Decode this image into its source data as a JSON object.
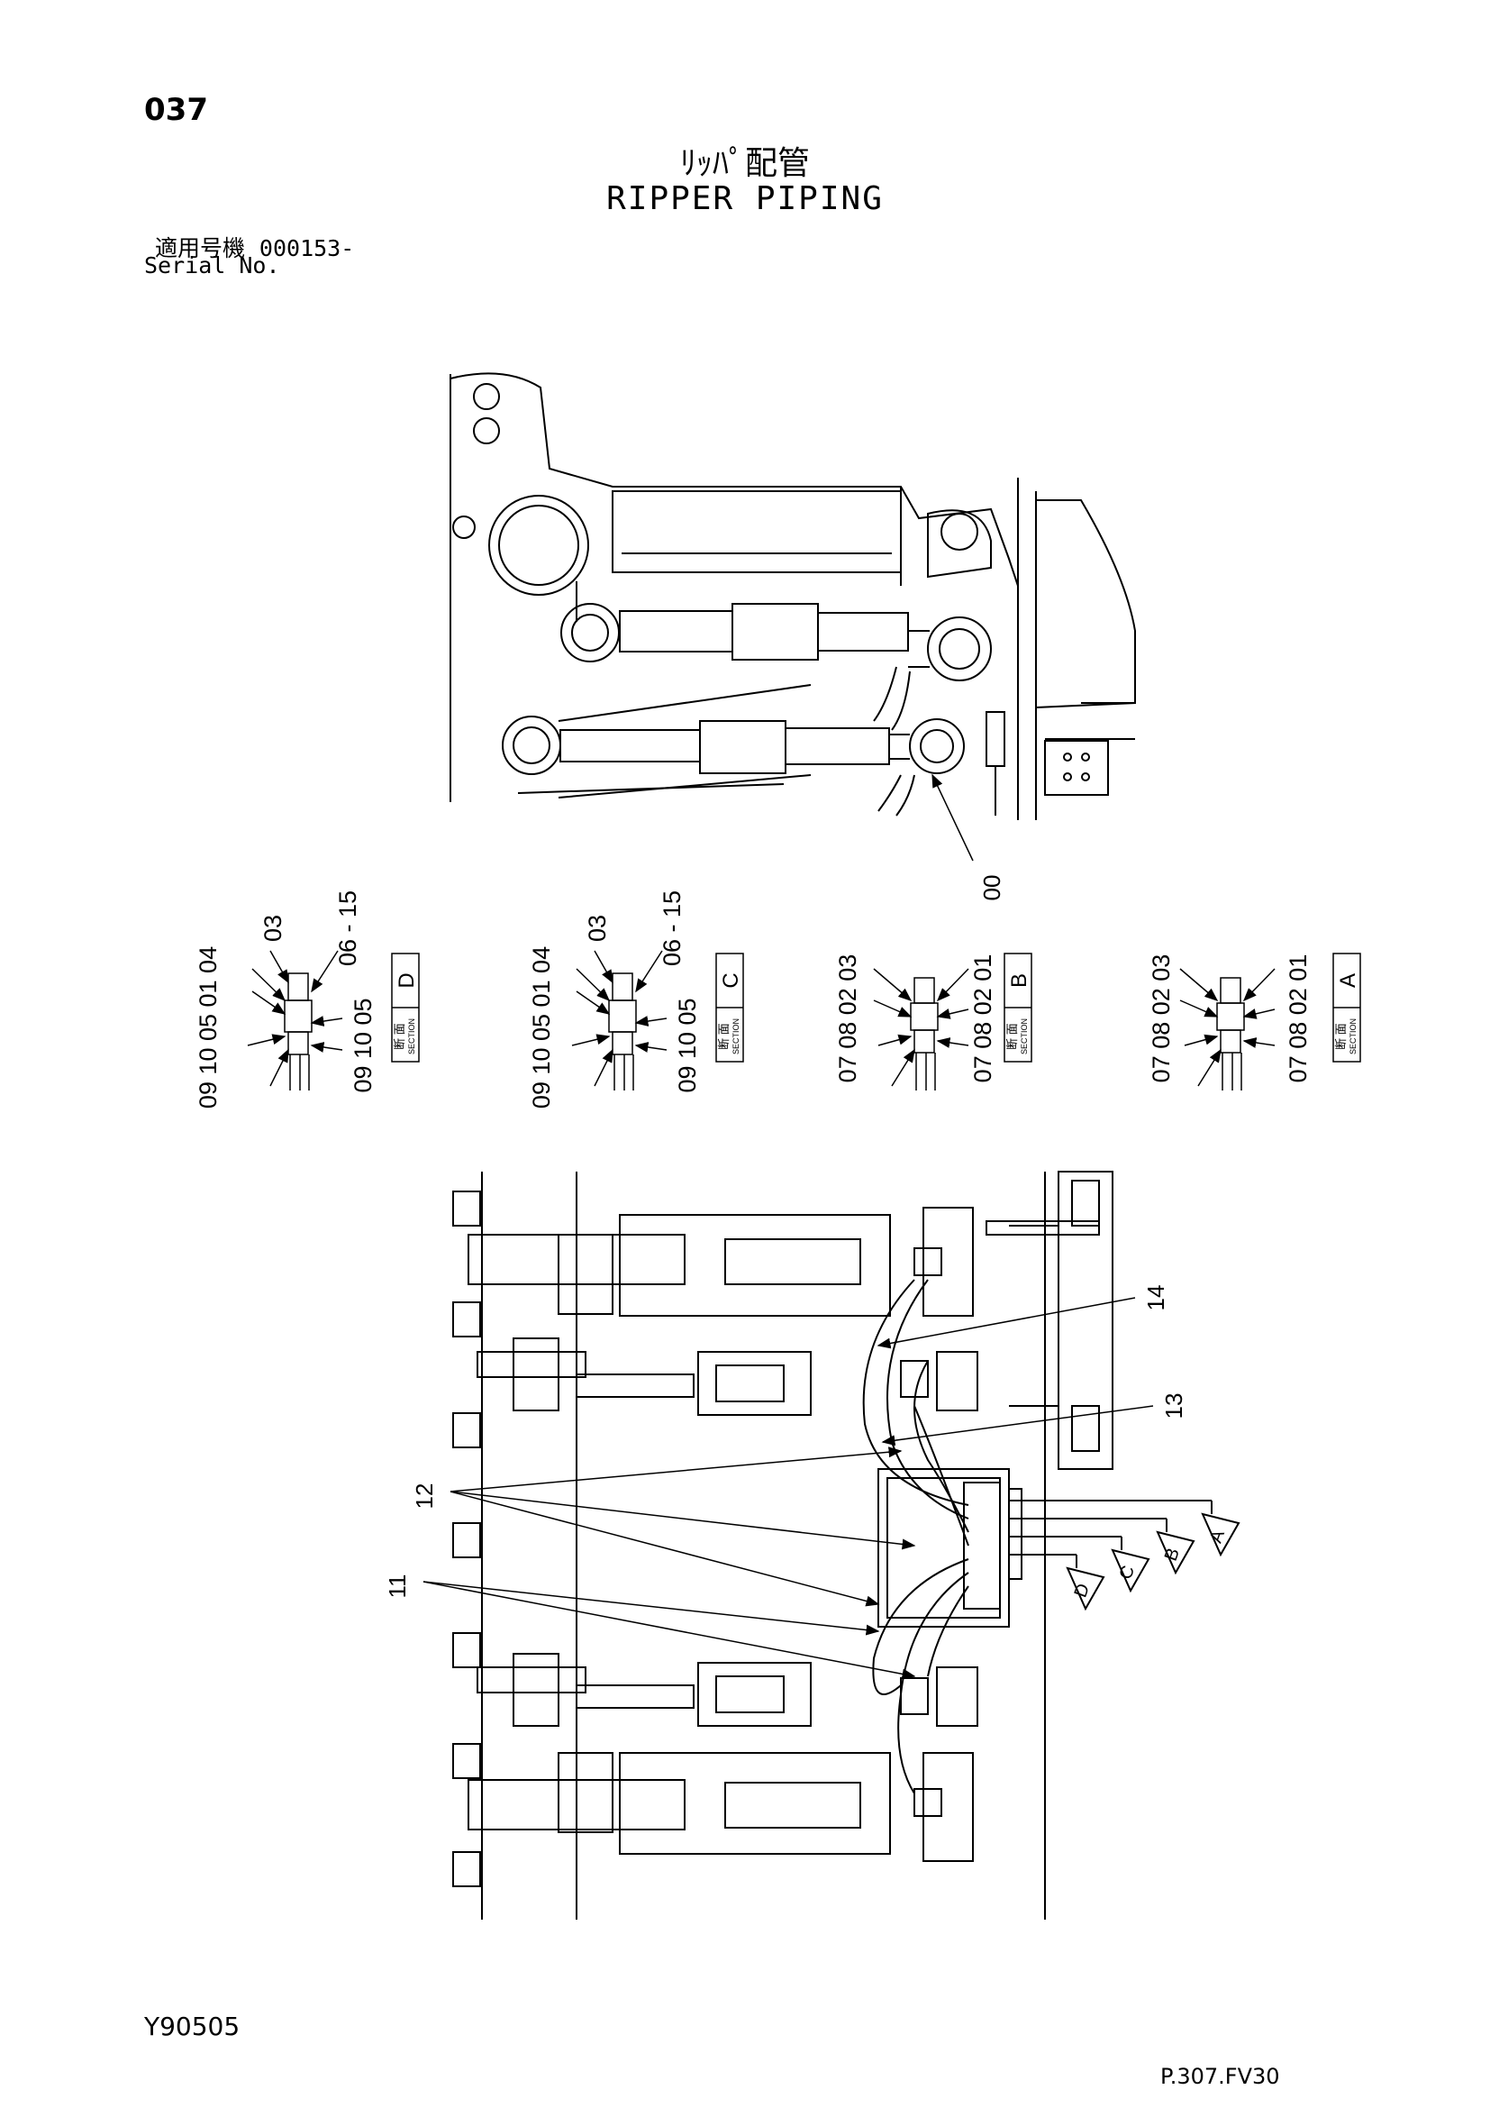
{
  "header": {
    "page_number": "037",
    "title_jp": "ﾘｯﾊﾟ配管",
    "title_en": "RIPPER PIPING",
    "serial_label_jp": "適用号機",
    "serial_value": "000153-",
    "serial_label_en": "Serial No."
  },
  "footer": {
    "doc_code": "Y90505",
    "page_ref": "P.307.FV30"
  },
  "diagram": {
    "side_view_callout": "00",
    "sections": [
      {
        "id": "D",
        "label_jp": "断 面",
        "label_en": "SECTION",
        "left_numbers": "09 10 05 01 04",
        "upper_numbers": [
          "03",
          "06 - 15"
        ],
        "right_numbers": "09 10 05"
      },
      {
        "id": "C",
        "label_jp": "断 面",
        "label_en": "SECTION",
        "left_numbers": "09 10 05 01 04",
        "upper_numbers": [
          "03",
          "06 - 15"
        ],
        "right_numbers": "09 10 05"
      },
      {
        "id": "B",
        "label_jp": "断 面",
        "label_en": "SECTION",
        "left_numbers": "07 08 02 03",
        "upper_numbers": [],
        "right_numbers": "07 08 02 01"
      },
      {
        "id": "A",
        "label_jp": "断 面",
        "label_en": "SECTION",
        "left_numbers": "07 08 02 03",
        "upper_numbers": [],
        "right_numbers": "07 08 02 01"
      }
    ],
    "plan_callouts": [
      "14",
      "13",
      "12",
      "11"
    ],
    "port_arrows": [
      "A",
      "B",
      "C",
      "D"
    ]
  }
}
